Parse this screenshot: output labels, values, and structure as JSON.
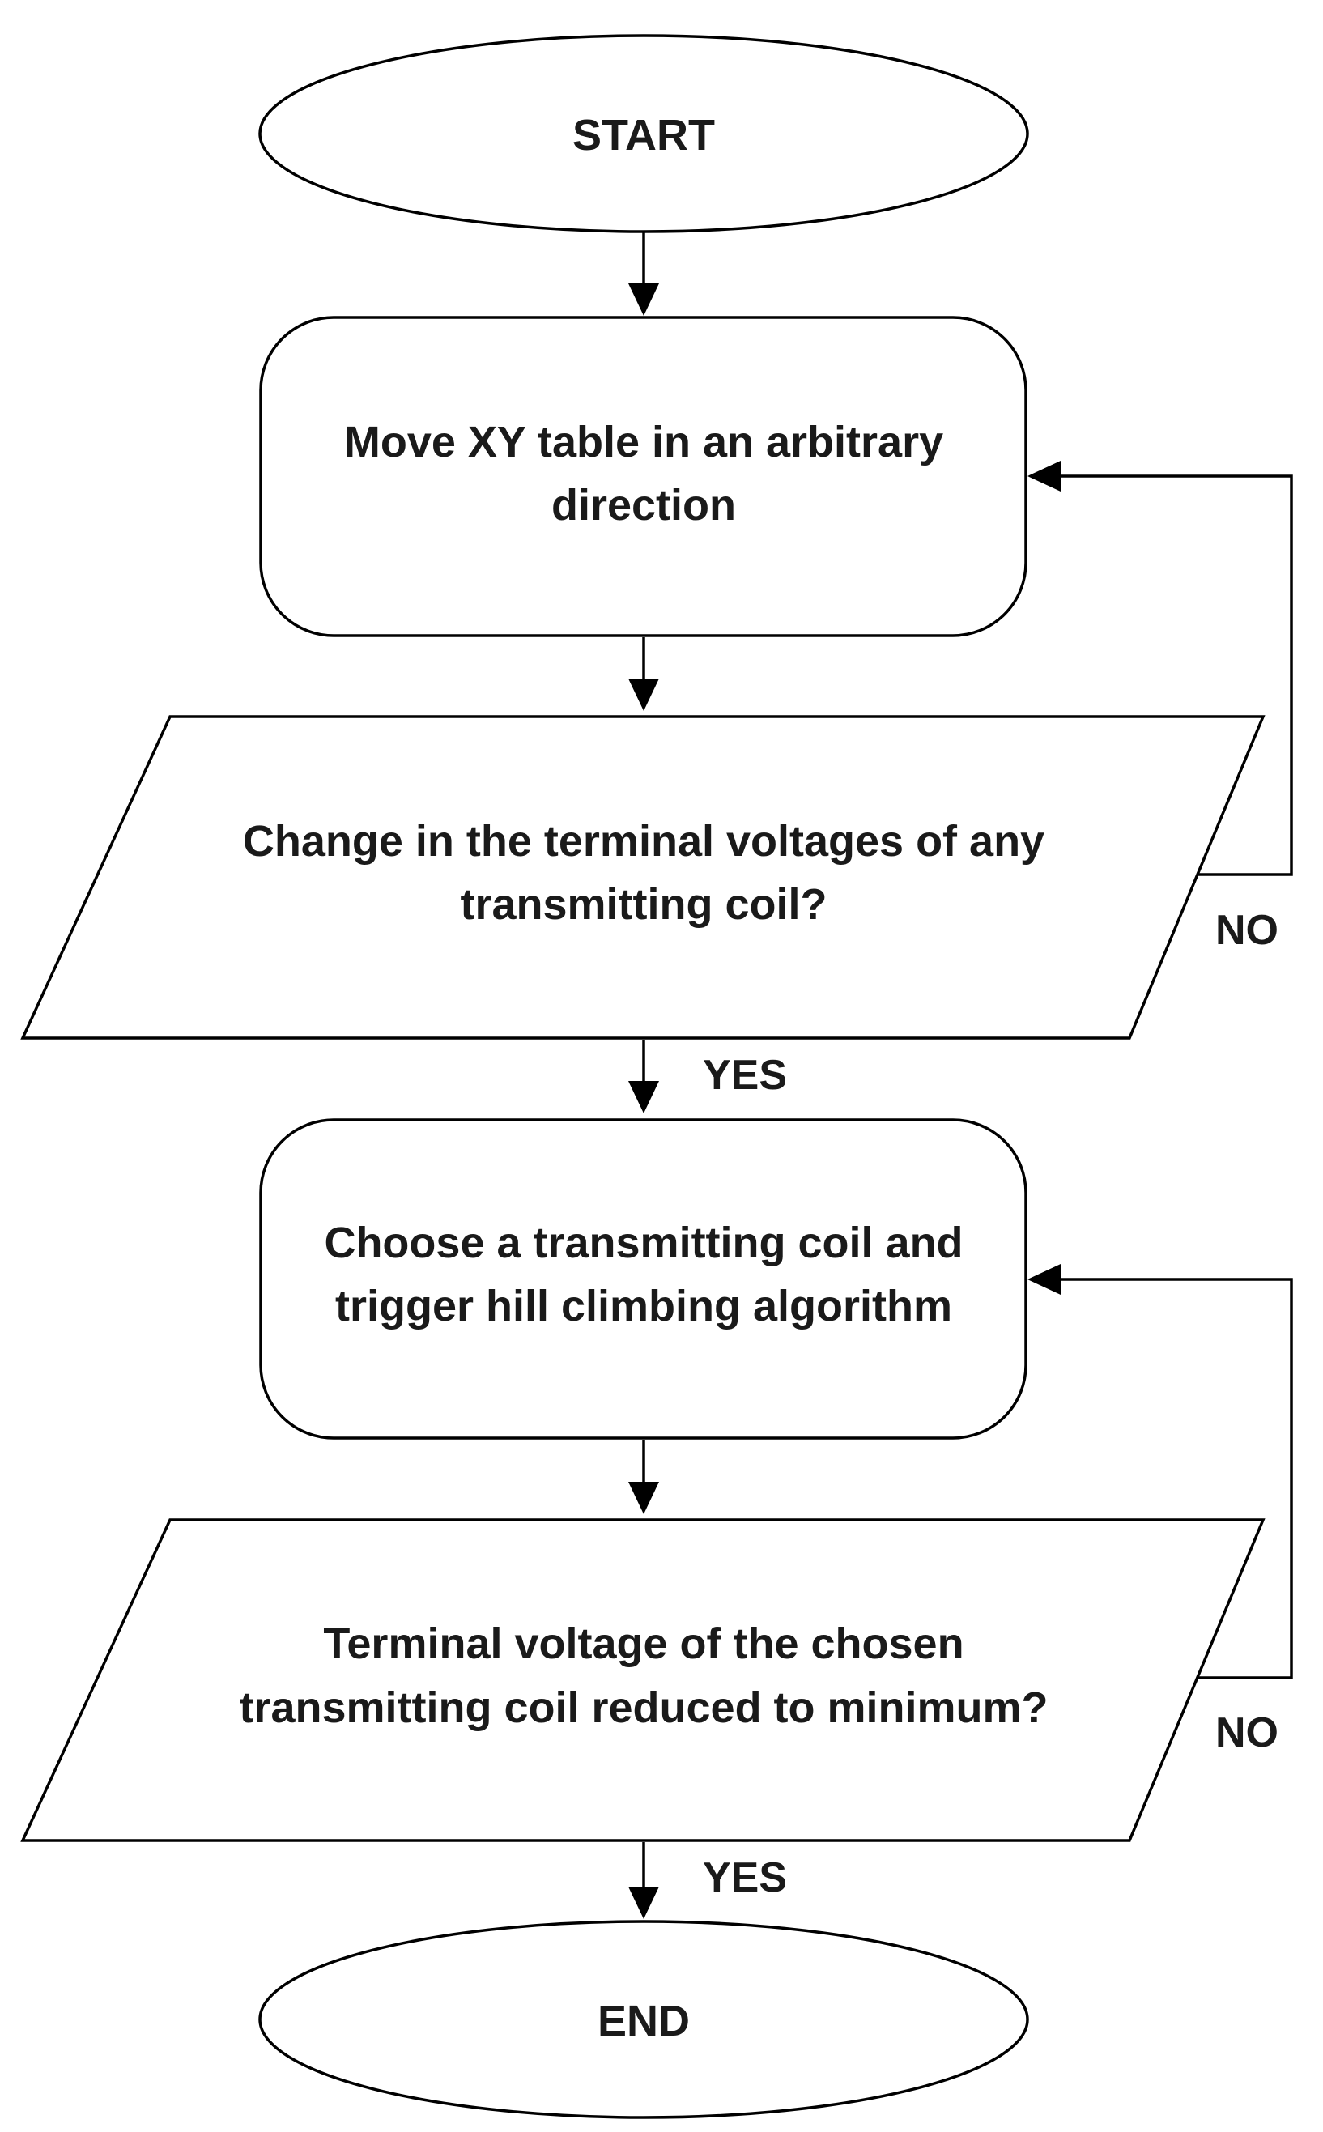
{
  "flowchart": {
    "start": "START",
    "step_move": [
      "Move XY table in an arbitrary",
      "direction"
    ],
    "decision_change": [
      "Change in the terminal voltages of any",
      "transmitting coil?"
    ],
    "step_choose": [
      "Choose a transmitting coil and",
      "trigger hill climbing algorithm"
    ],
    "decision_minimum": [
      "Terminal voltage of the chosen",
      "transmitting coil reduced to minimum?"
    ],
    "end": "END",
    "yes_label": "YES",
    "no_label": "NO"
  }
}
